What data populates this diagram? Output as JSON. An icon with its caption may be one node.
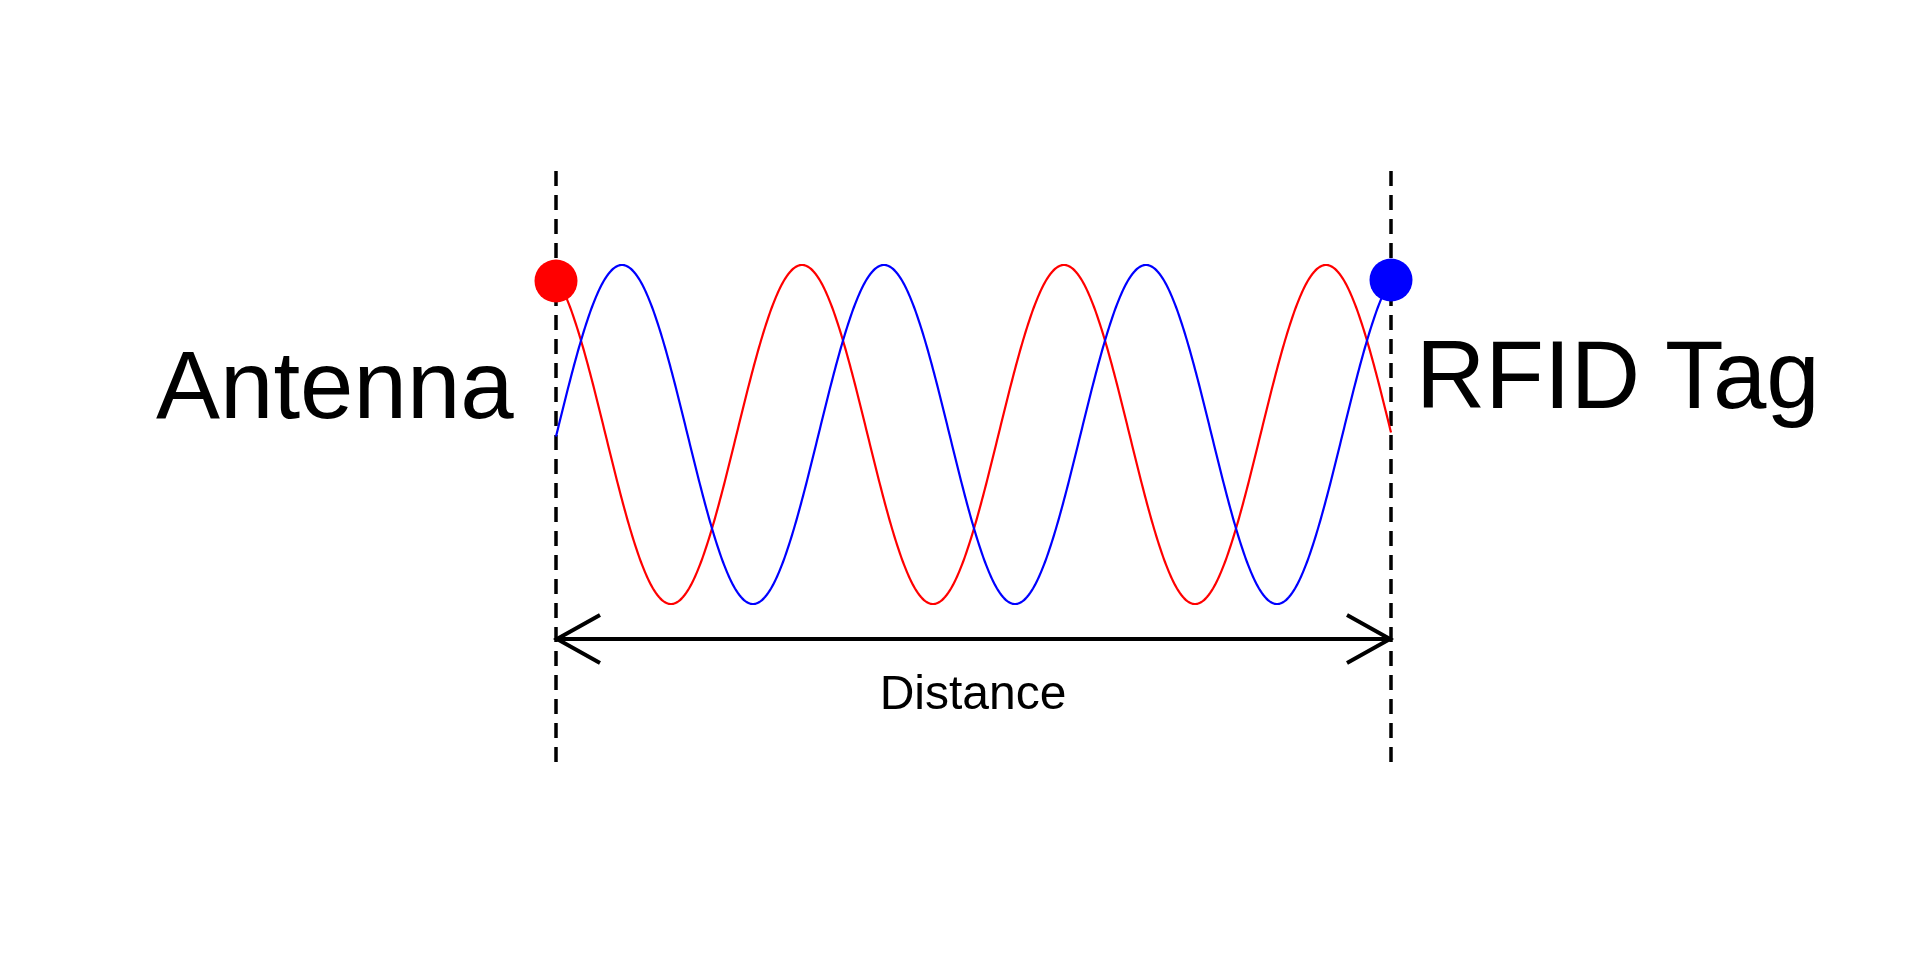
{
  "diagram": {
    "labels": [
      "Antenna",
      "RFID Tag",
      "Distance"
    ]
  }
}
